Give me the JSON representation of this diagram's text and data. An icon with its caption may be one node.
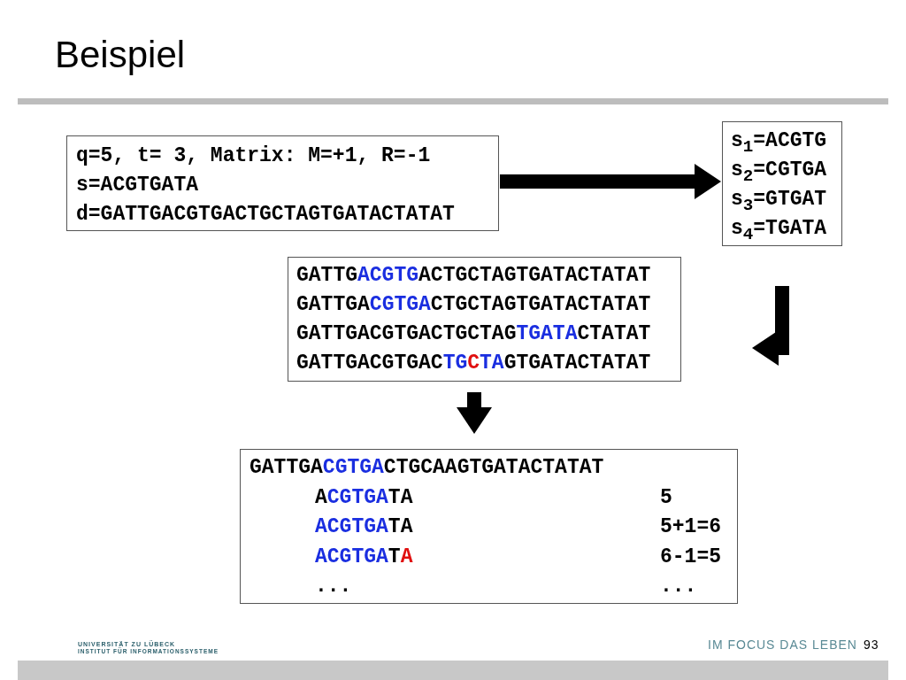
{
  "diagram": {
    "title": "Beispiel",
    "nodes": [
      {
        "text": [
          "q=5, t= 3, Matrix: M=+1, R=-1",
          "s=ACGTGATA",
          "d=GATTGACGTGACTGCTAGTGATACTATAT"
        ]
      },
      {
        "text": [
          "s$_{1}$=ACGTG",
          "s$_{2}$=CGTGA",
          "s$_{3}$=GTGAT",
          "s$_{4}$=TGATA"
        ]
      },
      {
        "text": [
          "GATTGACGTGACTGCTAGTGATACTATAT",
          "GATTGACGTGACTGCTAGTGATACTATAT",
          "GATTGACGTGACTGCTAGTGATACTATAT",
          "GATTGACGTGACTGCTAGTGATACTATAT"
        ]
      },
      {
        "text": [
          "GATTGACGTGACTGCAAGTGATACTATAT",
          "ACGTGATA",
          "5",
          "ACGTGATA",
          "5+1=6",
          "ACGTGATA",
          "6-1=5",
          "...",
          "..."
        ]
      }
    ],
    "edges": [
      {
        "from": 0,
        "to": 1,
        "arrow": "to"
      },
      {
        "from": 1,
        "to": 2,
        "arrow": "to"
      },
      {
        "from": 2,
        "to": 3,
        "arrow": "to"
      }
    ],
    "labels": [
      "UNIVERSITÄT ZU LÜBECK",
      "INSTITUT FÜR INFORMATIONSSYSTEME",
      "IM FOCUS DAS LEBEN",
      "93"
    ]
  }
}
